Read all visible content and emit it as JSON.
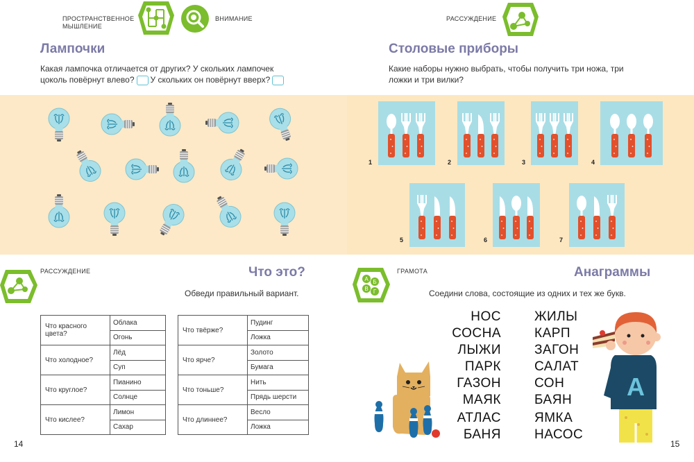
{
  "left_top": {
    "cat1": "ПРОСТРАНСТВЕННОЕ",
    "cat1b": "МЫШЛЕНИЕ",
    "cat2": "ВНИМАНИЕ",
    "title": "Лампочки",
    "text1": "Какая лампочка отличается от других? У скольких лампочек",
    "text2a": "цоколь повёрнут влево?",
    "text2b": "У скольких он повёрнут вверх?"
  },
  "right_top": {
    "cat": "РАССУЖДЕНИЕ",
    "title": "Столовые приборы",
    "text1": "Какие наборы нужно выбрать, чтобы получить три ножа, три",
    "text2": "ложки и три вилки?",
    "cards": [
      {
        "num": "1",
        "items": [
          "spoon",
          "fork",
          "fork"
        ]
      },
      {
        "num": "2",
        "items": [
          "fork",
          "knife",
          "fork"
        ]
      },
      {
        "num": "3",
        "items": [
          "fork",
          "fork",
          "fork"
        ]
      },
      {
        "num": "4",
        "items": [
          "spoon",
          "spoon",
          "spoon"
        ]
      },
      {
        "num": "5",
        "items": [
          "fork",
          "knife",
          "knife"
        ]
      },
      {
        "num": "6",
        "items": [
          "knife",
          "spoon",
          "knife"
        ]
      },
      {
        "num": "7",
        "items": [
          "spoon",
          "knife",
          "fork"
        ]
      }
    ]
  },
  "left_bottom": {
    "cat": "РАССУЖДЕНИЕ",
    "title": "Что это?",
    "text": "Обведи правильный вариант.",
    "table1": [
      {
        "q": "Что красного цвета?",
        "a1": "Облака",
        "a2": "Огонь"
      },
      {
        "q": "Что холодное?",
        "a1": "Лёд",
        "a2": "Суп"
      },
      {
        "q": "Что круглое?",
        "a1": "Пианино",
        "a2": "Солнце"
      },
      {
        "q": "Что кислее?",
        "a1": "Лимон",
        "a2": "Сахар"
      }
    ],
    "table2": [
      {
        "q": "Что твёрже?",
        "a1": "Пудинг",
        "a2": "Ложка"
      },
      {
        "q": "Что ярче?",
        "a1": "Золото",
        "a2": "Бумага"
      },
      {
        "q": "Что тоньше?",
        "a1": "Нить",
        "a2": "Прядь шерсти"
      },
      {
        "q": "Что длиннее?",
        "a1": "Весло",
        "a2": "Ложка"
      }
    ],
    "page": "14"
  },
  "right_bottom": {
    "cat": "ГРАМОТА",
    "badge_letters": [
      "А",
      "Б",
      "В",
      "Г"
    ],
    "title": "Анаграммы",
    "text": "Соедини слова, состоящие из одних и тех же букв.",
    "col1": [
      "НОС",
      "СОСНА",
      "ЛЫЖИ",
      "ПАРК",
      "ГАЗОН",
      "МАЯК",
      "АТЛАС",
      "БАНЯ"
    ],
    "col2": [
      "ЖИЛЫ",
      "КАРП",
      "ЗАГОН",
      "САЛАТ",
      "СОН",
      "БАЯН",
      "ЯМКА",
      "НАСОС"
    ],
    "shirt_letter": "А",
    "page": "15"
  },
  "colors": {
    "green": "#7bbd2c",
    "title_purple": "#7b7aa6",
    "band": "#fde9c7",
    "card": "#a8dde6",
    "bulb": "#a9dfe8",
    "utensil_handle": "#e2502c"
  }
}
